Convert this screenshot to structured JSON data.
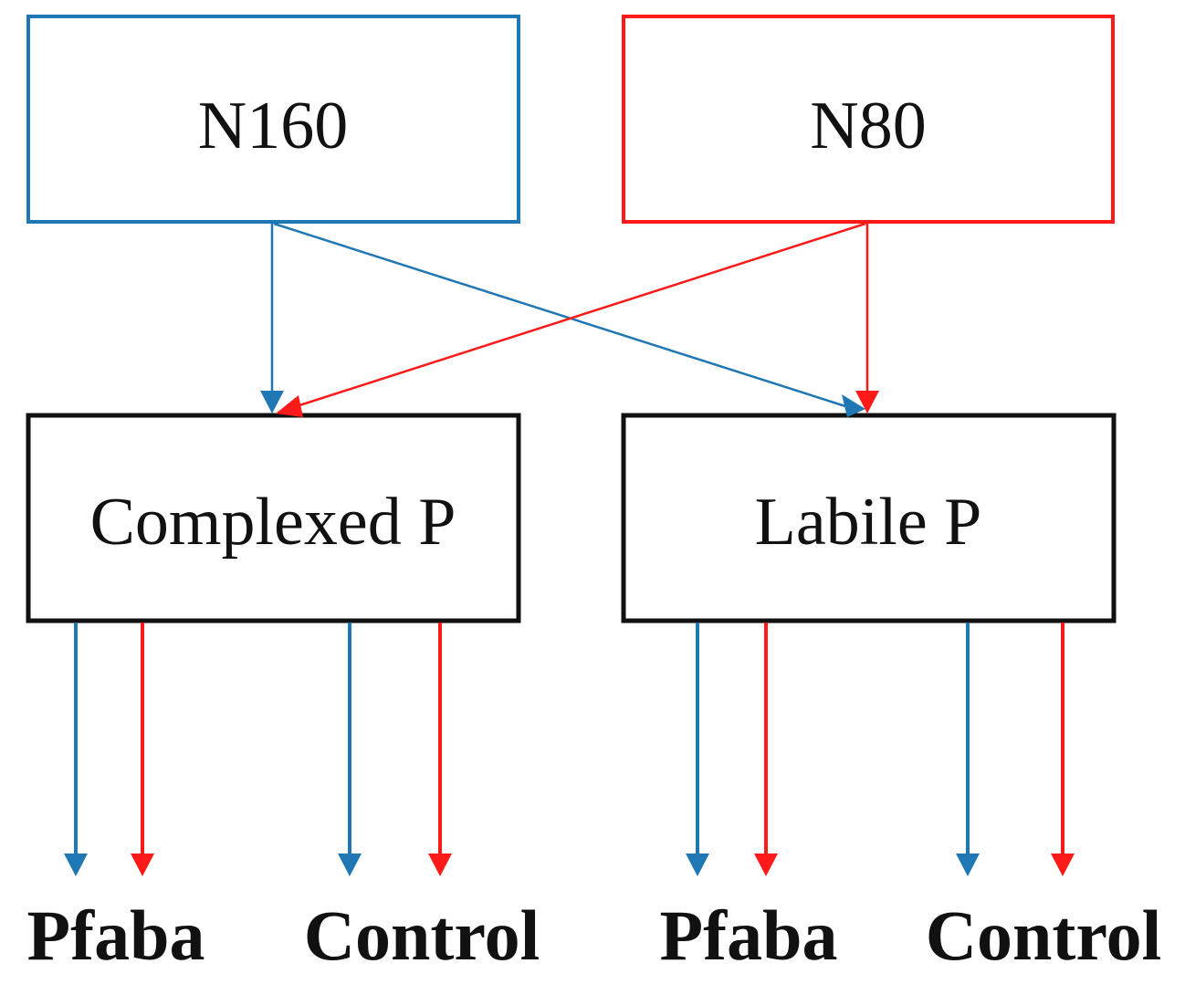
{
  "colors": {
    "n160": "#1f77b4",
    "n80": "#ff1a1a",
    "pool_border": "#111111",
    "text": "#111111"
  },
  "boxes": {
    "n160": {
      "label": "N160"
    },
    "n80": {
      "label": "N80"
    },
    "complexed_p": {
      "label": "Complexed P"
    },
    "labile_p": {
      "label": "Labile P"
    }
  },
  "outputs": {
    "complexed_pfaba": "Pfaba",
    "complexed_control": "Control",
    "labile_pfaba": "Pfaba",
    "labile_control": "Control"
  }
}
